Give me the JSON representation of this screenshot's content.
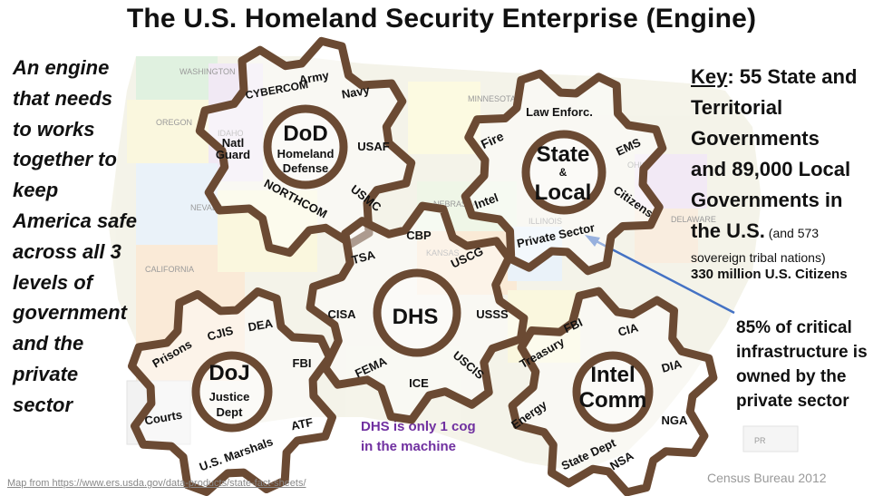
{
  "title": "The U.S. Homeland Security Enterprise (Engine)",
  "left_text": [
    "An engine",
    "that needs",
    "to works",
    "together to",
    "keep",
    "America safe",
    "across all 3",
    "levels of",
    "government",
    "and the",
    "private",
    "sector"
  ],
  "key": {
    "label": "Key",
    "line_rest": ": 55 State and",
    "lines": [
      "Territorial",
      "Governments",
      "and 89,000 Local",
      "Governments in"
    ],
    "last_big": "the U.S.",
    "last_small": " (and 573",
    "small_line": "sovereign tribal nations)",
    "citizens": "330 million U.S. Citizens"
  },
  "infra_note": [
    "85% of critical",
    "infrastructure is",
    "owned by the",
    "private sector"
  ],
  "dhs_note": [
    "DHS is only 1 cog",
    "in the machine"
  ],
  "map_source": "Map from https://www.ers.usda.gov/data-products/state-fact-sheets/",
  "census": "Census Bureau 2012",
  "map_states": [
    "WASHINGTON",
    "OREGON",
    "IDAHO",
    "NEVADA",
    "CALIFORNIA",
    "MINNESOTA",
    "NEBRASKA",
    "KANSAS",
    "ILLINOIS",
    "OHIO",
    "DELAWARE",
    "PR"
  ],
  "gears": {
    "dod": {
      "center": [
        "DoD",
        "Homeland",
        "Defense"
      ],
      "labels": [
        "Army",
        "CYBERCOM",
        "Navy",
        "Natl",
        "Guard",
        "USAF",
        "NORTHCOM",
        "USMC"
      ]
    },
    "state": {
      "center": [
        "State",
        "&",
        "Local"
      ],
      "labels": [
        "Law Enforc.",
        "Fire",
        "EMS",
        "Intel",
        "Citizens",
        "Private Sector"
      ]
    },
    "dhs": {
      "center": [
        "DHS"
      ],
      "labels": [
        "CBP",
        "TSA",
        "USCG",
        "CISA",
        "USSS",
        "FEMA",
        "USCIS",
        "ICE"
      ]
    },
    "doj": {
      "center": [
        "DoJ",
        "Justice",
        "Dept"
      ],
      "labels": [
        "CJIS",
        "DEA",
        "Prisons",
        "FBI",
        "Courts",
        "ATF",
        "U.S. Marshals"
      ]
    },
    "intel": {
      "center": [
        "Intel",
        "Comm"
      ],
      "labels": [
        "FBI",
        "CIA",
        "Treasury",
        "DIA",
        "Energy",
        "NGA",
        "State Dept",
        "NSA"
      ]
    }
  },
  "colors": {
    "gear_outline": "#6b4a33",
    "arrow": "#4472c4",
    "dhs_note": "#7030a0"
  }
}
